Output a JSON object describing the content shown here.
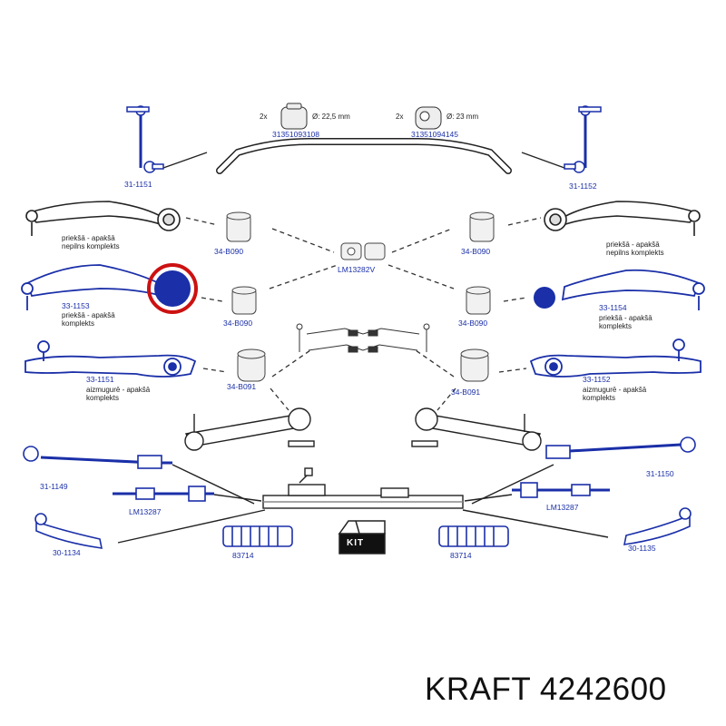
{
  "brand": "KRAFT 4242600",
  "kit_label": "KIT",
  "colors": {
    "part": "#1a2fa8",
    "highlight": "#cc1111",
    "text": "#222222",
    "leader": "#333333"
  },
  "stabilizer": {
    "left_bush": {
      "qty": "2x",
      "size": "Ø: 22,5 mm",
      "part": "31351093108"
    },
    "right_bush": {
      "qty": "2x",
      "size": "Ø: 23 mm",
      "part": "31351094145"
    },
    "left_link": "31-1151",
    "right_link": "31-1152"
  },
  "upper_arms": {
    "left_bush": "34-B090",
    "right_bush": "34-B090",
    "right_desc": "priekšā - apakšā\nnepilns komplekts",
    "left_desc": "priekšā - apakšā\nnepilns komplekts",
    "center_bush": "LM13282V"
  },
  "middle_arms": {
    "left_part": "33-1153",
    "left_desc": "priekšā - apakšā\nkomplekts",
    "left_bush": "34-B090",
    "right_bush": "34-B090",
    "right_part": "33-1154",
    "right_desc": "priekšā - apakšā\nkomplekts"
  },
  "rear_arms": {
    "left_part": "33-1151",
    "left_desc": "aizmugurē - apakšā\nkomplekts",
    "left_bush": "34-B091",
    "right_bush": "34-B091",
    "right_part": "33-1152",
    "right_desc": "aizmugurē - apakšā\nkomplekts"
  },
  "steering": {
    "left_rod": "31-1149",
    "right_rod": "31-1150",
    "left_inner": "LM13287",
    "right_inner": "LM13287",
    "left_end": "30-1134",
    "right_end": "30-1135",
    "left_boot": "83714",
    "right_boot": "83714"
  }
}
